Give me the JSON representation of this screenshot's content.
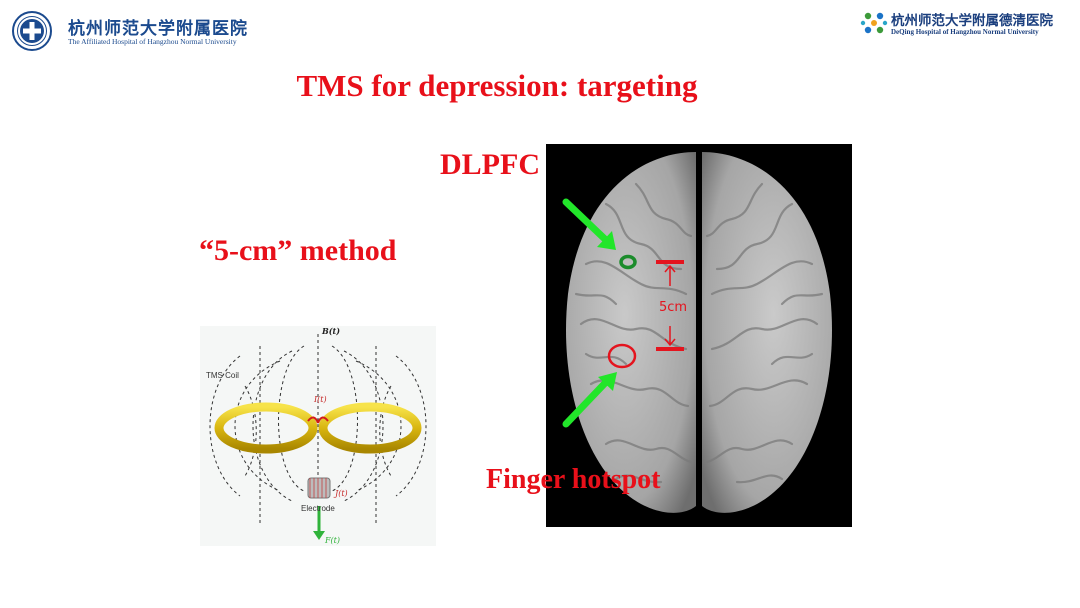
{
  "header": {
    "left_logo": {
      "name_cn": "杭州师范大学附属医院",
      "name_en": "The Affiliated Hospital of Hangzhou Normal University"
    },
    "right_logo": {
      "name_cn": "杭州师范大学附属德清医院",
      "name_en": "DeQing Hospital of Hangzhou Normal University"
    }
  },
  "slide": {
    "title": "TMS for depression: targeting",
    "dlpfc_label": "DLPFC",
    "method_label": "“5-cm” method",
    "finger_label": "Finger hotspot"
  },
  "coil_diagram": {
    "field_label": "B(t)",
    "coil_label": "TMS Coil",
    "current_label": "I(t)",
    "induced_label": "J(t)",
    "electrode_label": "Electrode",
    "force_label": "F(t)"
  },
  "brain": {
    "distance_label": "5cm"
  },
  "colors": {
    "title_red": "#e8101a",
    "logo_blue": "#1b4a8e",
    "arrow_green": "#22e62a",
    "marker_red": "#e4141e"
  }
}
